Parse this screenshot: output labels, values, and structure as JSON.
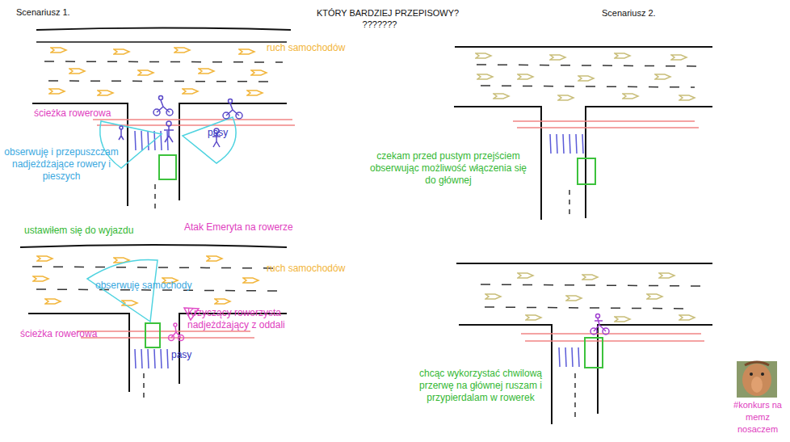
{
  "diagram": {
    "title": "KTÓRY BARDZIEJ PRZEPISOWY?",
    "labels": [
      "Scenariusz 1.",
      "???????",
      "Scenariusz 2.",
      "ruch samochodów",
      "ścieżka rowerowa",
      "pasy",
      "obserwuję i przepuszczam nadjeżdżające rowery i pieszych",
      "czekam przed pustym przejściem obserwując możliwość włączenia się do głównej",
      "ustawiłem się do wyjazdu",
      "Atak Emeryta na rowerze",
      "ruch samochodów",
      "obserwuję samochody",
      "Krzyczący rowerzysta nadjeżdżający z oddali",
      "ścieżka rowerowa",
      "pasy",
      "chcąc wykorzystać chwilową przerwę na głównej ruszam i przypierdalam w rowerek",
      "#konkurs na memz nosaczem"
    ]
  }
}
